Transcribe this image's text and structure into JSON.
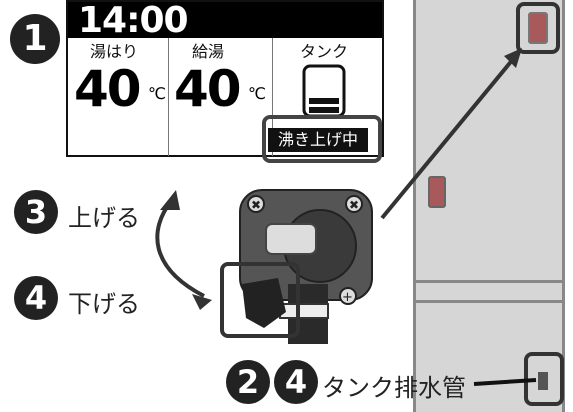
{
  "panel": {
    "time": "14:00",
    "sections": [
      {
        "label": "湯はり",
        "value": "40",
        "unit": "℃"
      },
      {
        "label": "給湯",
        "value": "40",
        "unit": "℃"
      },
      {
        "label": "タンク"
      }
    ],
    "status": "沸き上げ中"
  },
  "steps": {
    "step1": "1",
    "step2": "2",
    "step3": "3",
    "step4a": "4",
    "step4b": "4"
  },
  "labels": {
    "raise": "上げる",
    "lower": "下げる",
    "drain_pipe": "タンク排水管"
  },
  "colors": {
    "panel_bg": "#ffffff",
    "unit_gray": "#d6d6d6",
    "indicator_red": "#a85a5a",
    "dark": "#222222"
  }
}
